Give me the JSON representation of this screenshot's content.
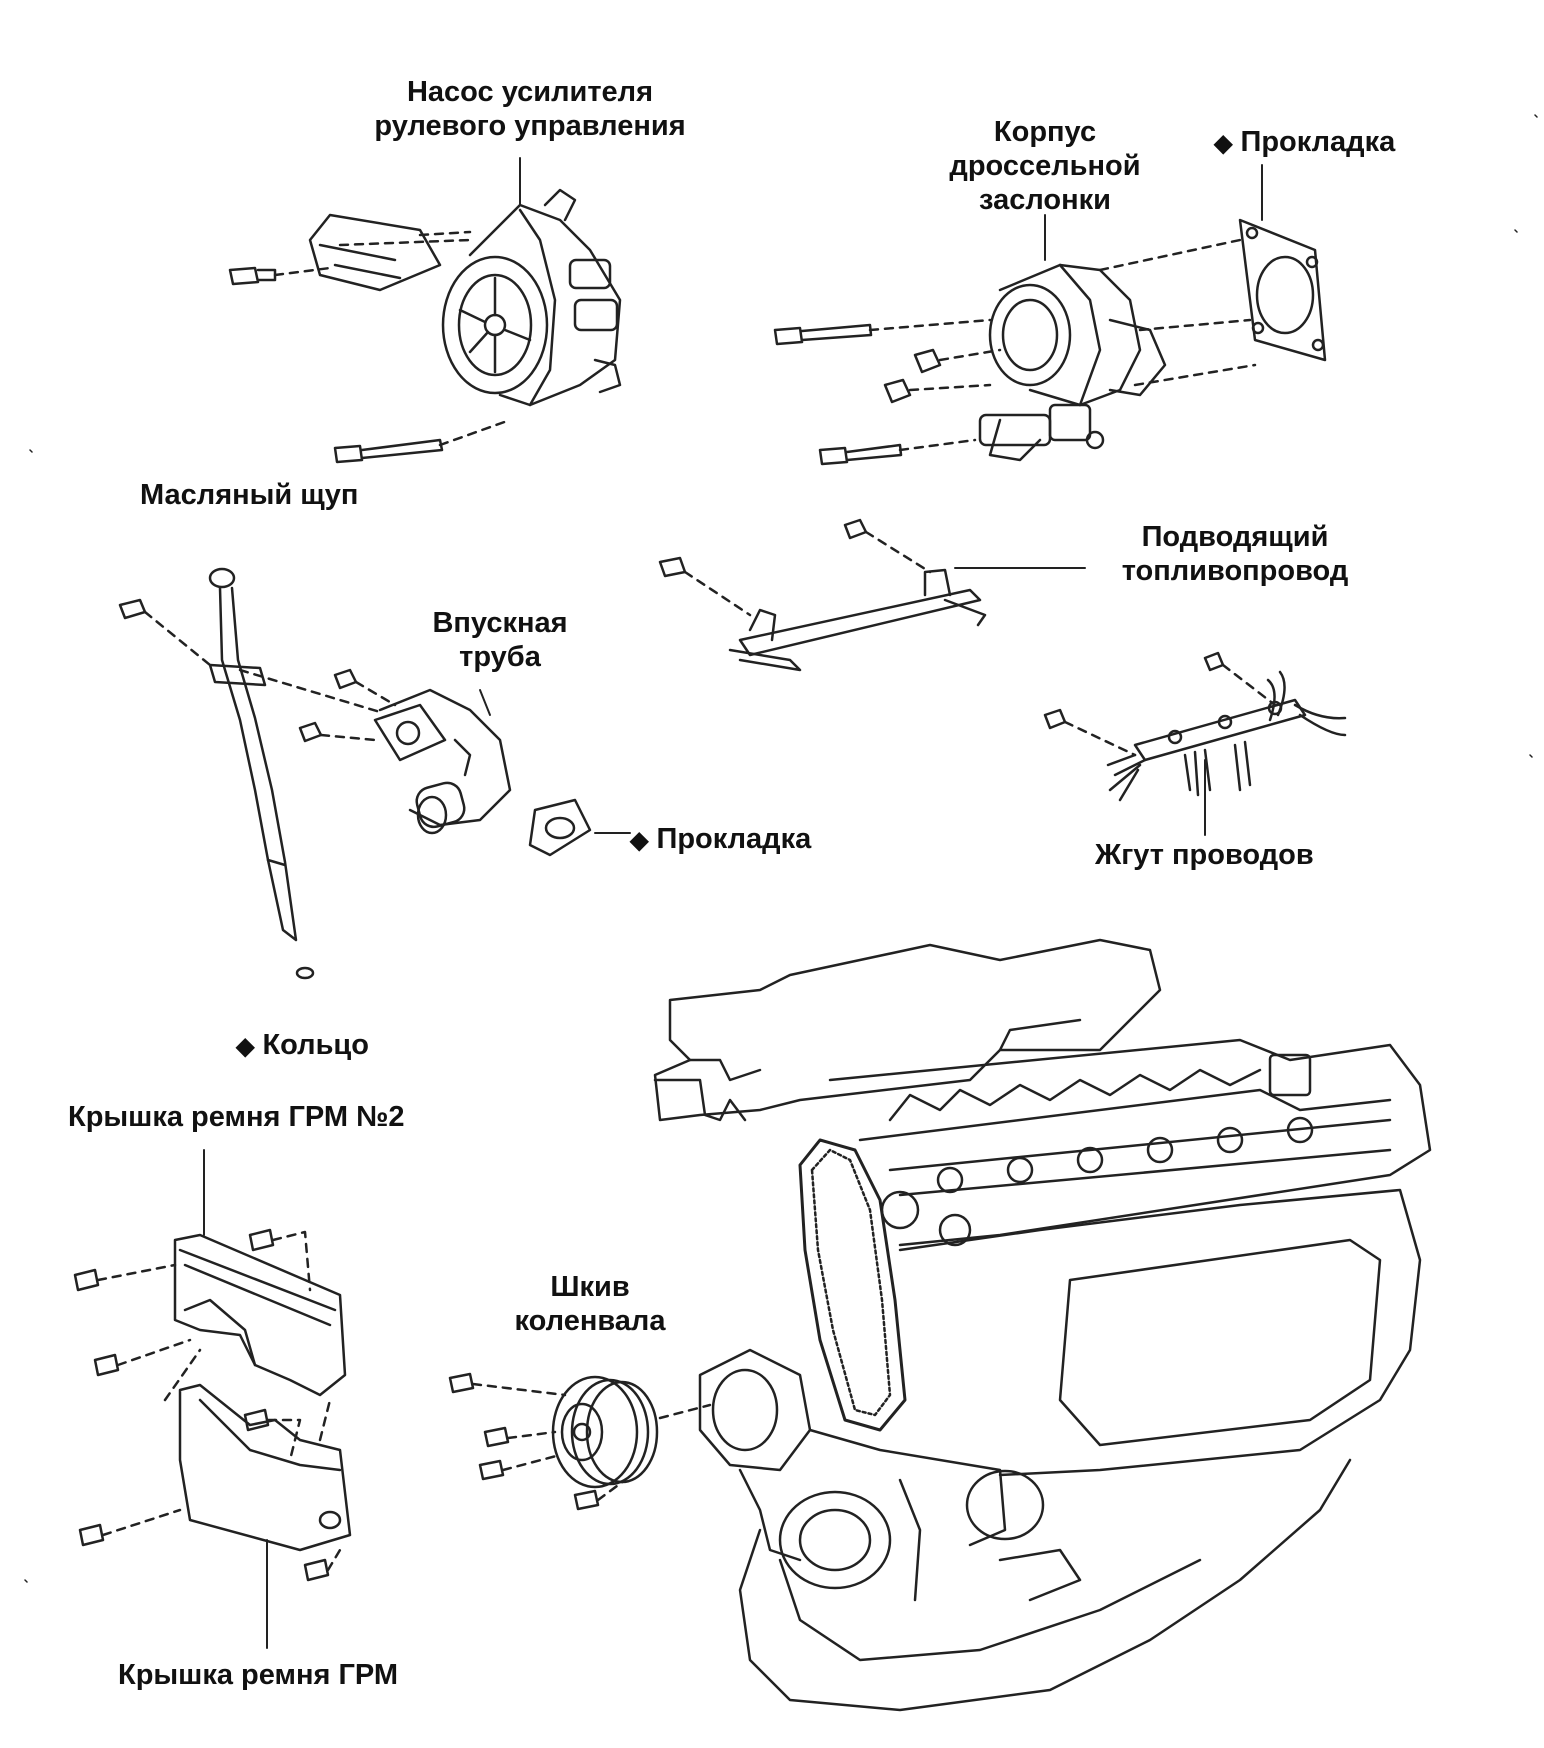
{
  "colors": {
    "ink": "#222222",
    "text": "#111111",
    "background": "#ffffff"
  },
  "marker_symbol": "◆",
  "labels": {
    "ps_pump": [
      "Насос усилителя",
      "рулевого управления"
    ],
    "throttle_body": [
      "Корпус",
      "дроссельной",
      "заслонки"
    ],
    "gasket_top": "Прокладка",
    "dipstick": "Масляный щуп",
    "fuel_pipe": [
      "Подводящий",
      "топливопровод"
    ],
    "inlet_pipe": [
      "Впускная",
      "труба"
    ],
    "gasket_mid": "Прокладка",
    "wire_harness": "Жгут проводов",
    "o_ring": "Кольцо",
    "timing_cover_2": "Крышка ремня ГРМ №2",
    "crank_pulley": [
      "Шкив",
      "коленвала"
    ],
    "timing_cover": "Крышка ремня ГРМ"
  }
}
